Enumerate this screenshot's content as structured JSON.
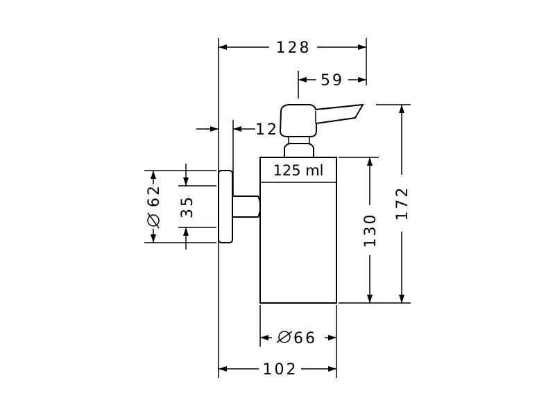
{
  "drawing": {
    "capacity_label": "125 ml",
    "dimensions": {
      "overall_width": "128",
      "lever_reach": "59",
      "wall_gap": "12",
      "rosette_diameter": "62",
      "mount_height": "35",
      "bottle_height": "130",
      "total_height": "172",
      "bottle_diameter": "66",
      "projection": "102"
    },
    "diameter_symbol": "⌀"
  }
}
